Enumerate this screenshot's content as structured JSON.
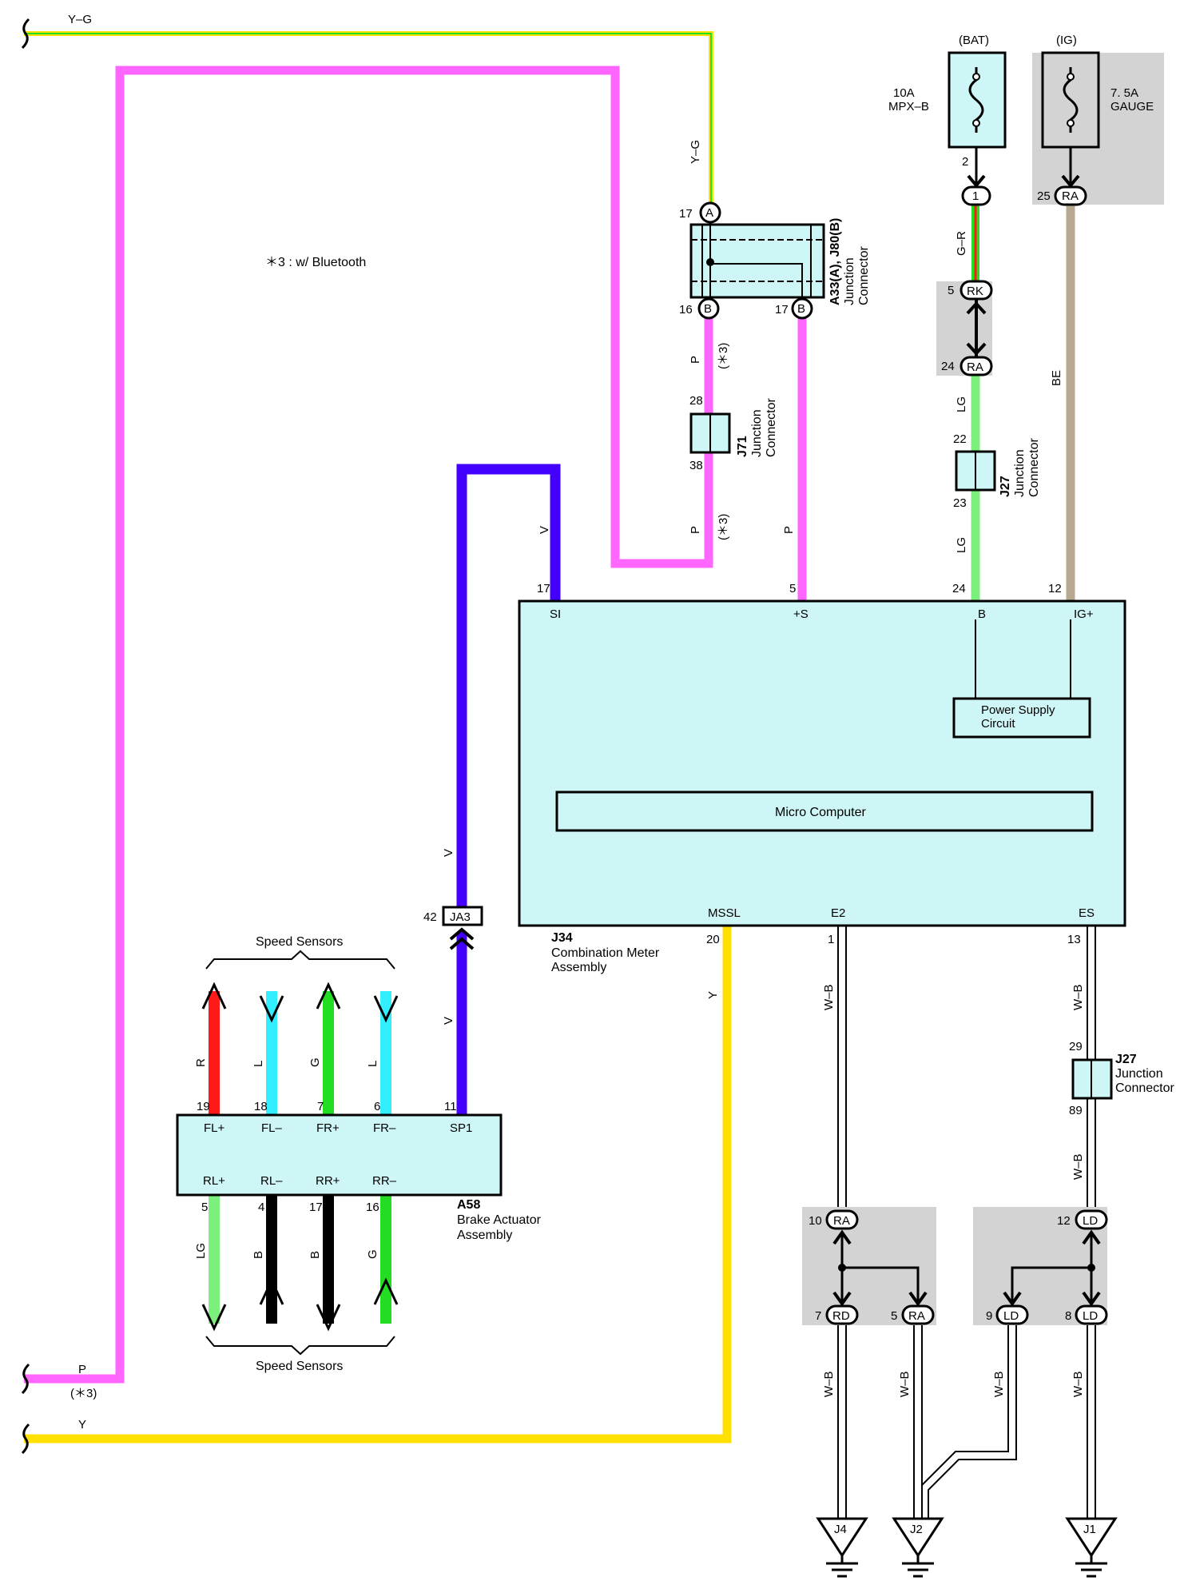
{
  "colors": {
    "pink": "#ff66ff",
    "violet": "#4400ff",
    "yellow": "#ffe000",
    "light_green": "#7cf07c",
    "green": "#22dd22",
    "red": "#ff1a1a",
    "cyan": "#33eeff",
    "beige": "#b8a890",
    "component_fill": "#cef6f6",
    "shade": "#d3d3d3"
  },
  "note": "＊3 : w/ Bluetooth",
  "left_edge": {
    "yg_label": "Y–G",
    "p_label": "P",
    "p_note": "(＊3)",
    "y_label": "Y"
  },
  "fuses": {
    "bat": {
      "header": "(BAT)",
      "name": "10A\nMPX–B",
      "name_l1": "10A",
      "name_l2": "MPX–B",
      "pin": "2",
      "conn_pin": "1"
    },
    "ig": {
      "header": "(IG)",
      "name_l1": "7. 5A",
      "name_l2": "GAUGE",
      "pin": "25",
      "conn": "RA"
    }
  },
  "junction_a33": {
    "title_l1": "A33(A), J80(B)",
    "title_l2": "Junction",
    "title_l3": "Connector",
    "pin_top": "17",
    "pin_top_conn": "A",
    "pin_bl": "16",
    "pin_bl_conn": "B",
    "pin_br": "17",
    "pin_br_conn": "B"
  },
  "junction_j71": {
    "title_l1": "J71",
    "title_l2": "Junction",
    "title_l3": "Connector",
    "pin_top": "28",
    "pin_bottom": "38"
  },
  "junction_j27_top": {
    "title_l1": "J27",
    "title_l2": "Junction",
    "title_l3": "Connector",
    "pin_top": "22",
    "pin_bottom": "23"
  },
  "junction_j27_bottom": {
    "title_l1": "J27",
    "title_l2": "Junction",
    "title_l3": "Connector",
    "pin_top": "29",
    "pin_bottom": "89"
  },
  "inline_rk_ra": {
    "top_pin": "5",
    "top_conn": "RK",
    "bottom_pin": "24",
    "bottom_conn": "RA"
  },
  "wire_labels": {
    "yg_vertical": "Y–G",
    "p_a": "P",
    "p_a_note": "(＊3)",
    "p_b": "P",
    "p_b_note": "(＊3)",
    "p_c": "P",
    "v_top": "V",
    "v_mid": "V",
    "v_low": "V",
    "gr": "G–R",
    "lg_a": "LG",
    "lg_b": "LG",
    "be": "BE",
    "y": "Y",
    "wb_e2": "W–B",
    "wb_es_a": "W–B",
    "wb_es_b": "W–B",
    "wb_rd": "W–B",
    "wb_ra": "W–B",
    "wb_ld9": "W–B",
    "wb_ld8": "W–B"
  },
  "meter": {
    "code": "J34",
    "name_l1": "Combination Meter",
    "name_l2": "Assembly",
    "pins": {
      "si_num": "17",
      "si": "SI",
      "s_num": "5",
      "s": "+S",
      "b_num": "24",
      "b": "B",
      "ig_num": "12",
      "ig": "IG+",
      "mssl_num": "20",
      "mssl": "MSSL",
      "e2_num": "1",
      "e2": "E2",
      "es_num": "13",
      "es": "ES"
    },
    "power_supply_l1": "Power Supply",
    "power_supply_l2": "Circuit",
    "micro_computer": "Micro Computer"
  },
  "ja3": {
    "pin": "42",
    "name": "JA3"
  },
  "brake_actuator": {
    "code": "A58",
    "name_l1": "Brake Actuator",
    "name_l2": "Assembly",
    "top_pins": [
      {
        "num": "19",
        "label": "FL+",
        "wire": "R"
      },
      {
        "num": "18",
        "label": "FL–",
        "wire": "L"
      },
      {
        "num": "7",
        "label": "FR+",
        "wire": "G"
      },
      {
        "num": "6",
        "label": "FR–",
        "wire": "L"
      },
      {
        "num": "11",
        "label": "SP1",
        "wire": ""
      }
    ],
    "bottom_pins": [
      {
        "num": "5",
        "label": "RL+",
        "wire": "LG"
      },
      {
        "num": "4",
        "label": "RL–",
        "wire": "B"
      },
      {
        "num": "17",
        "label": "RR+",
        "wire": "B"
      },
      {
        "num": "16",
        "label": "RR–",
        "wire": "G"
      }
    ],
    "speed_sensors_top": "Speed Sensors",
    "speed_sensors_bottom": "Speed Sensors"
  },
  "ground_junction_left": {
    "top_pin": "10",
    "top_conn": "RA",
    "bl_pin": "7",
    "bl_conn": "RD",
    "br_pin": "5",
    "br_conn": "RA"
  },
  "ground_junction_right": {
    "top_pin": "12",
    "top_conn": "LD",
    "bl_pin": "9",
    "bl_conn": "LD",
    "br_pin": "8",
    "br_conn": "LD"
  },
  "grounds": {
    "j4": "J4",
    "j2": "J2",
    "j1": "J1"
  }
}
